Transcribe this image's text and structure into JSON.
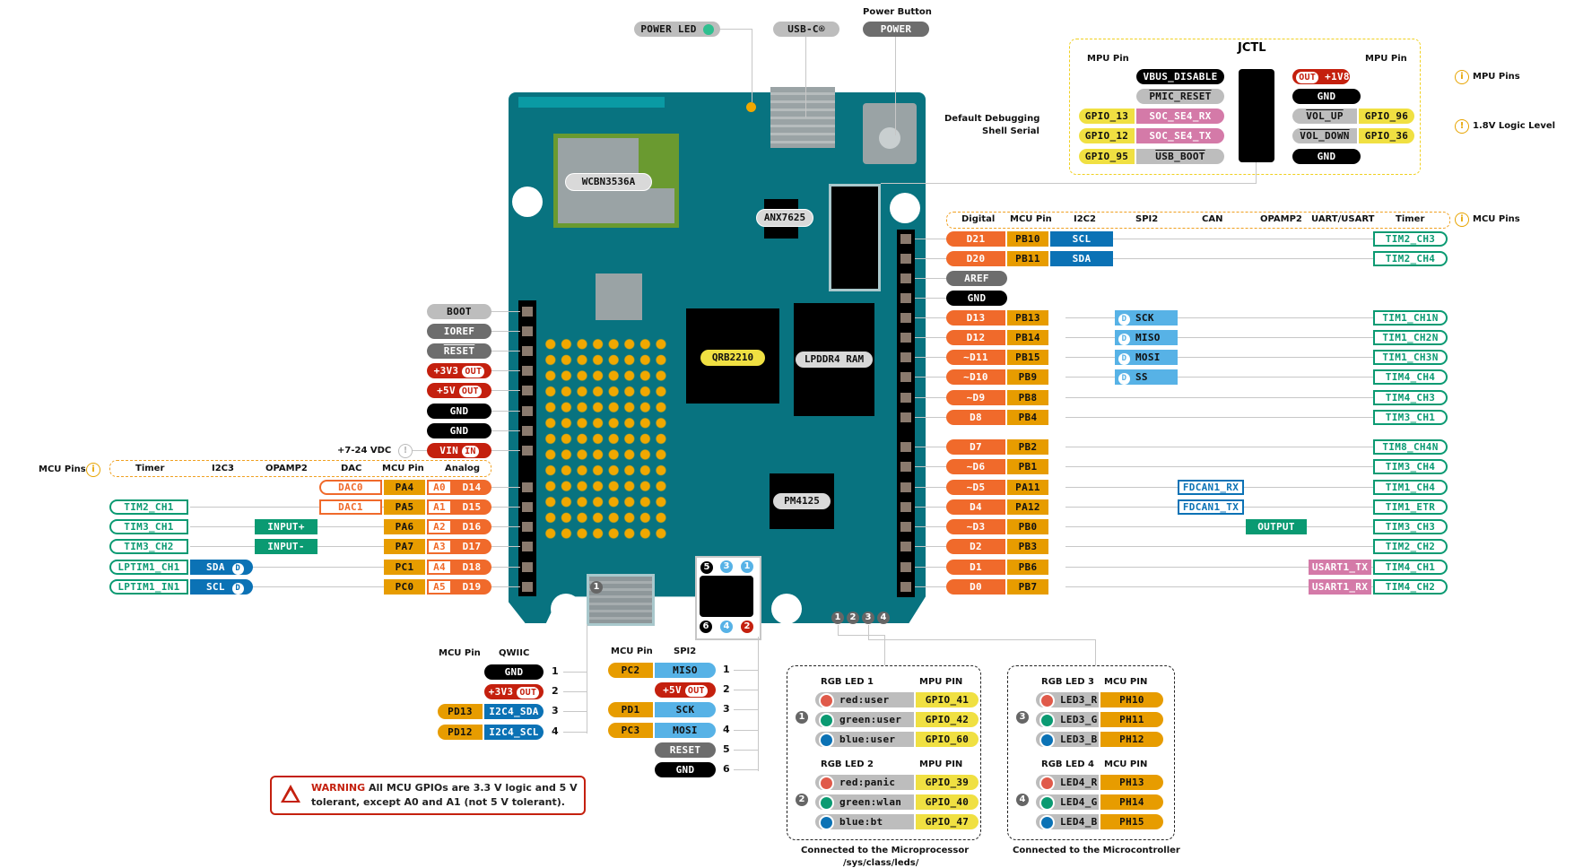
{
  "top": {
    "power_led": "POWER LED",
    "usbc": "USB-C®",
    "power_button_title": "Power Button",
    "power_button": "POWER"
  },
  "jctl": {
    "title": "JCTL",
    "left_header": "MPU Pin",
    "right_header": "MPU Pin",
    "mpu_pins_note": "MPU Pins",
    "logic_note": "1.8V Logic Level",
    "debug_label_1": "Default Debugging",
    "debug_label_2": "Shell Serial",
    "left": [
      {
        "gpio": "",
        "name": "VBUS_DISABLE"
      },
      {
        "gpio": "",
        "name": "PMIC_RESET"
      },
      {
        "gpio": "GPIO_13",
        "name": "SOC_SE4_RX"
      },
      {
        "gpio": "GPIO_12",
        "name": "SOC_SE4_TX"
      },
      {
        "gpio": "GPIO_95",
        "name": "USB_BOOT"
      }
    ],
    "right": [
      {
        "name": "+1V8",
        "badge": "OUT",
        "gpio": ""
      },
      {
        "name": "GND",
        "gpio": ""
      },
      {
        "name": "VOL_UP",
        "gpio": "GPIO_96"
      },
      {
        "name": "VOL_DOWN",
        "gpio": "GPIO_36"
      },
      {
        "name": "GND",
        "gpio": ""
      }
    ]
  },
  "board": {
    "wifi_module": "WCBN3536A",
    "usb_bridge": "ANX7625",
    "mpu": "QRB2210",
    "ram": "LPDDR4 RAM",
    "pmic": "PM4125"
  },
  "right_header": {
    "columns": [
      "Digital",
      "MCU Pin",
      "I2C2",
      "SPI2",
      "CAN",
      "OPAMP2",
      "UART/USART",
      "Timer"
    ],
    "note": "MCU Pins"
  },
  "right_pins": [
    {
      "digital": "D21",
      "mcu": "PB10",
      "i2c": "SCL",
      "spi": "",
      "can": "",
      "opamp": "",
      "uart": "",
      "timer": "TIM2_CH3"
    },
    {
      "digital": "D20",
      "mcu": "PB11",
      "i2c": "SDA",
      "spi": "",
      "can": "",
      "opamp": "",
      "uart": "",
      "timer": "TIM2_CH4"
    },
    {
      "digital": "AREF",
      "type": "power"
    },
    {
      "digital": "GND",
      "type": "gnd"
    },
    {
      "digital": "D13",
      "mcu": "PB13",
      "spi": "SCK",
      "timer": "TIM1_CH1N"
    },
    {
      "digital": "D12",
      "mcu": "PB14",
      "spi": "MISO",
      "timer": "TIM1_CH2N"
    },
    {
      "digital": "~D11",
      "mcu": "PB15",
      "spi": "MOSI",
      "timer": "TIM1_CH3N"
    },
    {
      "digital": "~D10",
      "mcu": "PB9",
      "spi": "SS",
      "timer": "TIM4_CH4"
    },
    {
      "digital": "~D9",
      "mcu": "PB8",
      "timer": "TIM4_CH3"
    },
    {
      "digital": "D8",
      "mcu": "PB4",
      "timer": "TIM3_CH1"
    },
    {
      "digital": "D7",
      "mcu": "PB2",
      "timer": "TIM8_CH4N"
    },
    {
      "digital": "~D6",
      "mcu": "PB1",
      "timer": "TIM3_CH4"
    },
    {
      "digital": "~D5",
      "mcu": "PA11",
      "can": "FDCAN1_RX",
      "timer": "TIM1_CH4"
    },
    {
      "digital": "D4",
      "mcu": "PA12",
      "can": "FDCAN1_TX",
      "timer": "TIM1_ETR"
    },
    {
      "digital": "~D3",
      "mcu": "PB0",
      "opamp": "OUTPUT",
      "timer": "TIM3_CH3"
    },
    {
      "digital": "D2",
      "mcu": "PB3",
      "timer": "TIM2_CH2"
    },
    {
      "digital": "D1",
      "mcu": "PB6",
      "uart": "USART1_TX",
      "timer": "TIM4_CH1"
    },
    {
      "digital": "D0",
      "mcu": "PB7",
      "uart": "USART1_RX",
      "timer": "TIM4_CH2"
    }
  ],
  "spi_badge": "D",
  "left_power": [
    {
      "label": "BOOT",
      "style": "gray"
    },
    {
      "label": "IOREF",
      "style": "dgray"
    },
    {
      "label": "RESET",
      "style": "dgray",
      "overline": true
    },
    {
      "label": "+3V3",
      "badge": "OUT",
      "style": "red"
    },
    {
      "label": "+5V",
      "badge": "OUT",
      "style": "red"
    },
    {
      "label": "GND",
      "style": "black"
    },
    {
      "label": "GND",
      "style": "black"
    },
    {
      "label": "VIN",
      "badge": "IN",
      "style": "red"
    }
  ],
  "vin_note": "+7-24 VDC",
  "left_header": {
    "note": "MCU Pins",
    "columns": [
      "Timer",
      "I2C3",
      "OPAMP2",
      "DAC",
      "MCU Pin",
      "Analog"
    ]
  },
  "left_pins": [
    {
      "timer": "",
      "i2c": "",
      "opamp": "",
      "dac": "DAC0",
      "mcu": "PA4",
      "analog": "A0",
      "digital": "D14"
    },
    {
      "timer": "TIM2_CH1",
      "i2c": "",
      "opamp": "",
      "dac": "DAC1",
      "mcu": "PA5",
      "analog": "A1",
      "digital": "D15"
    },
    {
      "timer": "TIM3_CH1",
      "i2c": "",
      "opamp": "INPUT+",
      "dac": "",
      "mcu": "PA6",
      "analog": "A2",
      "digital": "D16"
    },
    {
      "timer": "TIM3_CH2",
      "i2c": "",
      "opamp": "INPUT-",
      "dac": "",
      "mcu": "PA7",
      "analog": "A3",
      "digital": "D17"
    },
    {
      "timer": "LPTIM1_CH1",
      "i2c": "SDA",
      "opamp": "",
      "dac": "",
      "mcu": "PC1",
      "analog": "A4",
      "digital": "D18"
    },
    {
      "timer": "LPTIM1_IN1",
      "i2c": "SCL",
      "opamp": "",
      "dac": "",
      "mcu": "PC0",
      "analog": "A5",
      "digital": "D19"
    }
  ],
  "qwiic": {
    "header_mcu": "MCU Pin",
    "header": "QWIIC",
    "rows": [
      {
        "num": "1",
        "mcu": "",
        "name": "GND",
        "style": "black"
      },
      {
        "num": "2",
        "mcu": "",
        "name": "+3V3",
        "badge": "OUT",
        "style": "red"
      },
      {
        "num": "3",
        "mcu": "PD13",
        "name": "I2C4_SDA",
        "style": "i2c"
      },
      {
        "num": "4",
        "mcu": "PD12",
        "name": "I2C4_SCL",
        "style": "i2c"
      }
    ]
  },
  "spi2": {
    "header_mcu": "MCU Pin",
    "header": "SPI2",
    "rows": [
      {
        "num": "1",
        "mcu": "PC2",
        "name": "MISO",
        "style": "spi"
      },
      {
        "num": "2",
        "mcu": "",
        "name": "+5V",
        "badge": "OUT",
        "style": "red"
      },
      {
        "num": "3",
        "mcu": "PD1",
        "name": "SCK",
        "style": "spi"
      },
      {
        "num": "4",
        "mcu": "PC3",
        "name": "MOSI",
        "style": "spi"
      },
      {
        "num": "5",
        "mcu": "",
        "name": "RESET",
        "style": "dgray"
      },
      {
        "num": "6",
        "mcu": "",
        "name": "GND",
        "style": "black"
      }
    ],
    "header_nums_top": [
      "5",
      "3",
      "1"
    ],
    "header_nums_bottom": [
      "6",
      "4",
      "2"
    ]
  },
  "qwiic_num": "1",
  "led_nums": [
    "1",
    "2",
    "3",
    "4"
  ],
  "mpu_leds": {
    "footer_1": "Connected to the Microprocessor",
    "footer_2": "/sys/class/leds/",
    "groups": [
      {
        "num": "1",
        "title": "RGB LED 1",
        "pin_header": "MPU PIN",
        "rows": [
          {
            "color": "red",
            "name": "red:user",
            "pin": "GPIO_41"
          },
          {
            "color": "green",
            "name": "green:user",
            "pin": "GPIO_42"
          },
          {
            "color": "blue",
            "name": "blue:user",
            "pin": "GPIO_60"
          }
        ]
      },
      {
        "num": "2",
        "title": "RGB LED 2",
        "pin_header": "MPU PIN",
        "rows": [
          {
            "color": "red",
            "name": "red:panic",
            "pin": "GPIO_39"
          },
          {
            "color": "green",
            "name": "green:wlan",
            "pin": "GPIO_40"
          },
          {
            "color": "blue",
            "name": "blue:bt",
            "pin": "GPIO_47"
          }
        ]
      }
    ]
  },
  "mcu_leds": {
    "footer_1": "Connected to the Microcontroller",
    "groups": [
      {
        "num": "3",
        "title": "RGB LED 3",
        "pin_header": "MCU PIN",
        "rows": [
          {
            "color": "red",
            "name": "LED3_R",
            "pin": "PH10"
          },
          {
            "color": "green",
            "name": "LED3_G",
            "pin": "PH11"
          },
          {
            "color": "blue",
            "name": "LED3_B",
            "pin": "PH12"
          }
        ]
      },
      {
        "num": "4",
        "title": "RGB LED 4",
        "pin_header": "MCU PIN",
        "rows": [
          {
            "color": "red",
            "name": "LED4_R",
            "pin": "PH13"
          },
          {
            "color": "green",
            "name": "LED4_G",
            "pin": "PH14"
          },
          {
            "color": "blue",
            "name": "LED4_B",
            "pin": "PH15"
          }
        ]
      }
    ]
  },
  "warning": {
    "title": "WARNING",
    "line1": "All MCU GPIOs are 3.3 V logic and 5 V",
    "line2": "tolerant, except A0 and A1 (not 5 V tolerant)."
  },
  "colors": {
    "pcb": "#087380",
    "digital": "#f06a2b",
    "mcu_pin": "#e79c00",
    "i2c": "#0b72b5",
    "spi": "#57b2e6",
    "timer": "#0a9a72",
    "power": "#c4200e",
    "mpu_gpio": "#f0e042",
    "uart": "#d47aa8",
    "note": "#e7a400"
  }
}
